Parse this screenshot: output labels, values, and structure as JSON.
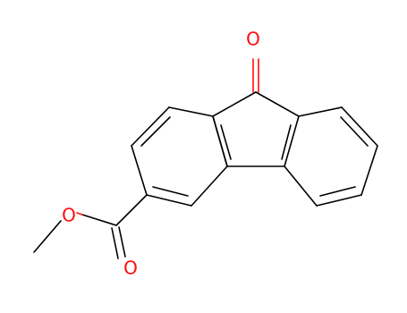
{
  "molecule": {
    "atoms": [
      {
        "id": "ketone_o",
        "symbol": "O"
      },
      {
        "id": "ester_o_single",
        "symbol": "O"
      },
      {
        "id": "ester_o_double",
        "symbol": "O"
      }
    ],
    "colors": {
      "carbon_bond": "#000000",
      "oxygen": "#ff0d0d",
      "background": "#ffffff"
    }
  }
}
